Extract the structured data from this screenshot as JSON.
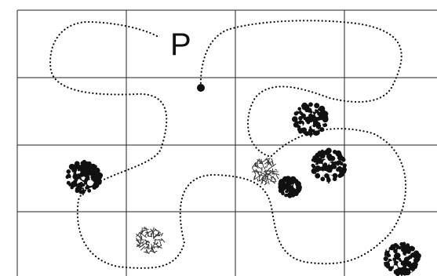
{
  "diagram": {
    "path_label": "P",
    "colors": {
      "grid": "#222222",
      "path": "#111111",
      "bush_dark": "#111111",
      "bush_light": "#333333"
    },
    "shapes": {
      "bush_dark": "dense-dark-shrub",
      "bush_light": "sparse-light-shrub"
    }
  }
}
